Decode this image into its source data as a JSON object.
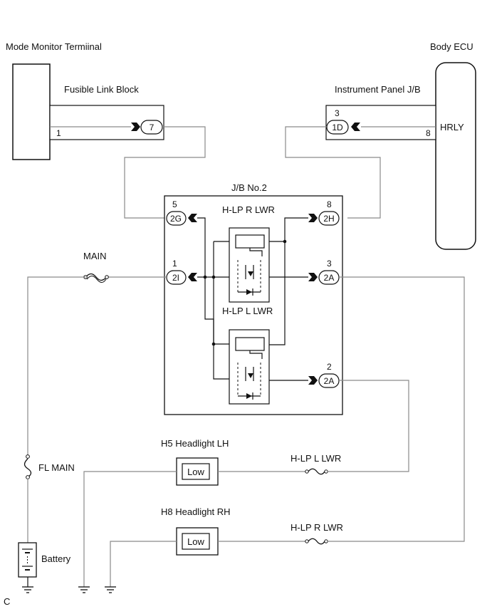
{
  "labels": {
    "mode_monitor": "Mode Monitor Termiinal",
    "body_ecu": "Body ECU",
    "fusible_link_block": "Fusible Link Block",
    "instrument_panel_jb": "Instrument Panel J/B",
    "hrly": "HRLY",
    "jb_no2": "J/B No.2",
    "relay_r": "H-LP R LWR",
    "relay_l": "H-LP L LWR",
    "main": "MAIN",
    "fl_main": "FL MAIN",
    "battery": "Battery",
    "h5": "H5 Headlight LH",
    "h8": "H8 Headlight RH",
    "low_lh": "Low",
    "low_rh": "Low",
    "fuse_l": "H-LP L LWR",
    "fuse_r": "H-LP R LWR",
    "corner": "C"
  },
  "connectors": {
    "c7": "7",
    "c1d": "1D",
    "c2g": "2G",
    "c2h": "2H",
    "c2i": "2I",
    "c2a_top": "2A",
    "c2a_bottom": "2A"
  },
  "pins": {
    "mode_1": "1",
    "ipjb_3": "3",
    "ecu_8": "8",
    "jb_5": "5",
    "jb_8": "8",
    "jb_1": "1",
    "jb_3": "3",
    "jb_2": "2"
  }
}
